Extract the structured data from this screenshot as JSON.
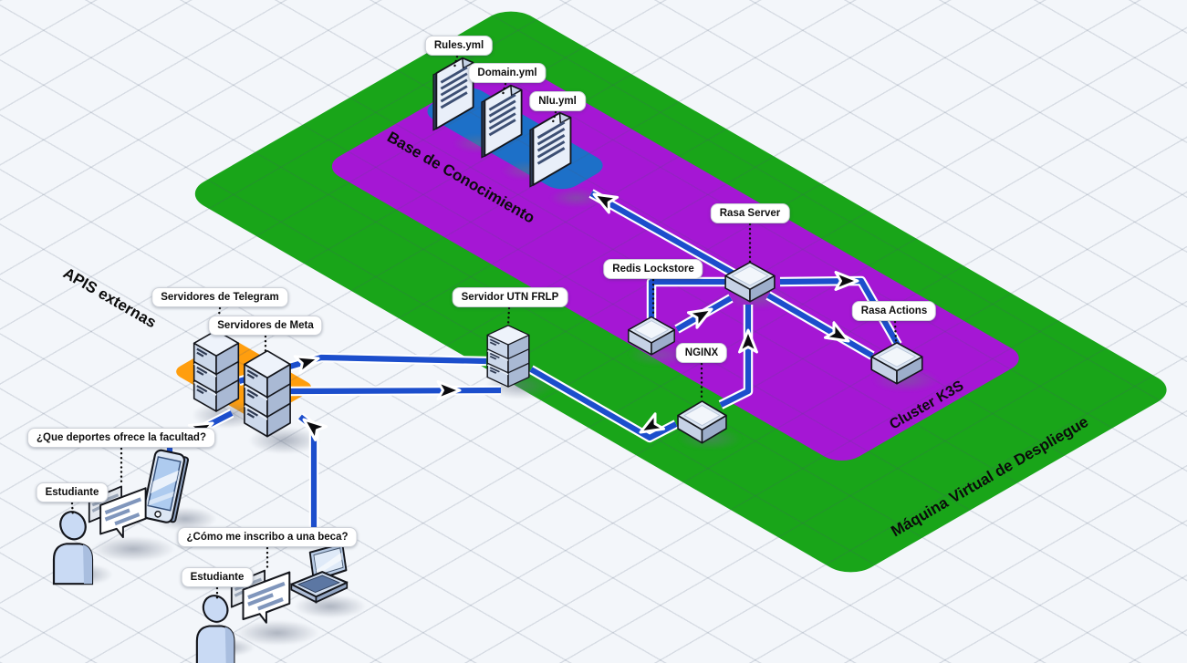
{
  "diagram": {
    "zones": {
      "deployment_vm": {
        "label": "Máquina Virtual de Despliegue",
        "color": "#19a519"
      },
      "cluster_k3s": {
        "label": "Cluster K3S",
        "color": "#a517d4"
      },
      "knowledge_base": {
        "label": "Base de Conocimiento",
        "color": "#1d70c8"
      },
      "external_apis": {
        "label": "APIS externas",
        "color": "#ff9e0e"
      }
    },
    "files": [
      {
        "label": "Rules.yml"
      },
      {
        "label": "Domain.yml"
      },
      {
        "label": "Nlu.yml"
      }
    ],
    "nodes": {
      "telegram_servers": {
        "label": "Servidores de Telegram"
      },
      "meta_servers": {
        "label": "Servidores de Meta"
      },
      "utn_server": {
        "label": "Servidor UTN FRLP"
      },
      "redis_lockstore": {
        "label": "Redis Lockstore"
      },
      "rasa_server": {
        "label": "Rasa Server"
      },
      "nginx": {
        "label": "NGINX"
      },
      "rasa_actions": {
        "label": "Rasa Actions"
      }
    },
    "actors": {
      "student_phone": {
        "label": "Estudiante",
        "question": "¿Que deportes ofrece la facultad?"
      },
      "student_laptop": {
        "label": "Estudiante",
        "question": "¿Cómo me inscribo a una beca?"
      }
    },
    "connector_color": "#1c4ecc"
  }
}
